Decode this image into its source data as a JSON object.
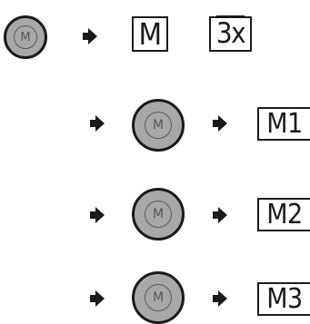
{
  "row1": {
    "button_label": "M",
    "box_m_label": "M",
    "box_3x_label": "3x"
  },
  "row2": {
    "button_label": "M",
    "box_label": "M1"
  },
  "row3": {
    "button_label": "M",
    "box_label": "M2"
  },
  "row4": {
    "button_label": "M",
    "box_label": "M3"
  }
}
